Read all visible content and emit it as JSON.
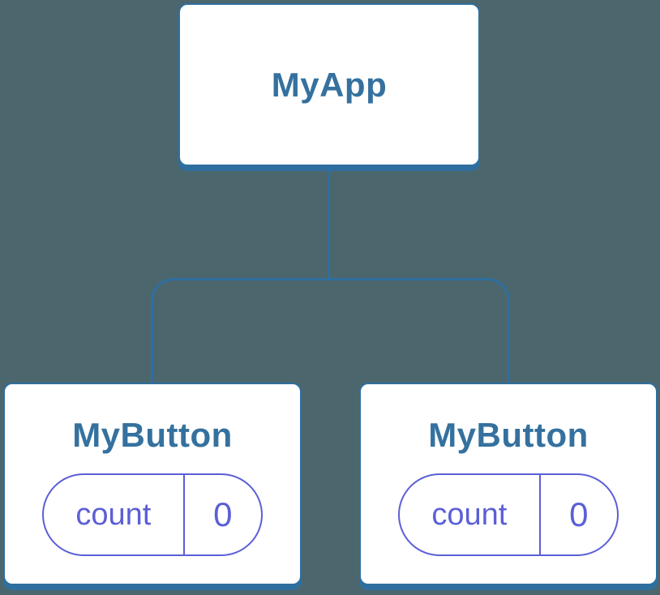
{
  "colors": {
    "background": "#4c666e",
    "node_fill": "#ffffff",
    "node_border": "#2e6f9f",
    "node_text": "#35719f",
    "state_accent": "#5b5fd6"
  },
  "tree": {
    "root": {
      "label": "MyApp"
    },
    "children": [
      {
        "label": "MyButton",
        "state": {
          "label": "count",
          "value": "0"
        }
      },
      {
        "label": "MyButton",
        "state": {
          "label": "count",
          "value": "0"
        }
      }
    ]
  }
}
